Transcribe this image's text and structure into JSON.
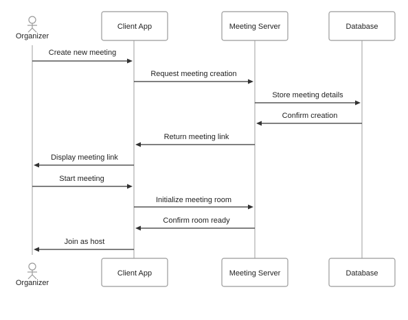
{
  "actor": {
    "name": "Organizer"
  },
  "participants": [
    {
      "id": "client",
      "name": "Client App"
    },
    {
      "id": "server",
      "name": "Meeting Server"
    },
    {
      "id": "db",
      "name": "Database"
    }
  ],
  "messages": [
    {
      "from": "organizer",
      "to": "client",
      "label": "Create new meeting"
    },
    {
      "from": "client",
      "to": "server",
      "label": "Request meeting creation"
    },
    {
      "from": "server",
      "to": "db",
      "label": "Store meeting details"
    },
    {
      "from": "db",
      "to": "server",
      "label": "Confirm creation"
    },
    {
      "from": "server",
      "to": "client",
      "label": "Return meeting link"
    },
    {
      "from": "client",
      "to": "organizer",
      "label": "Display meeting link"
    },
    {
      "from": "organizer",
      "to": "client",
      "label": "Start meeting"
    },
    {
      "from": "client",
      "to": "server",
      "label": "Initialize meeting room"
    },
    {
      "from": "server",
      "to": "client",
      "label": "Confirm room ready"
    },
    {
      "from": "client",
      "to": "organizer",
      "label": "Join as host"
    }
  ]
}
